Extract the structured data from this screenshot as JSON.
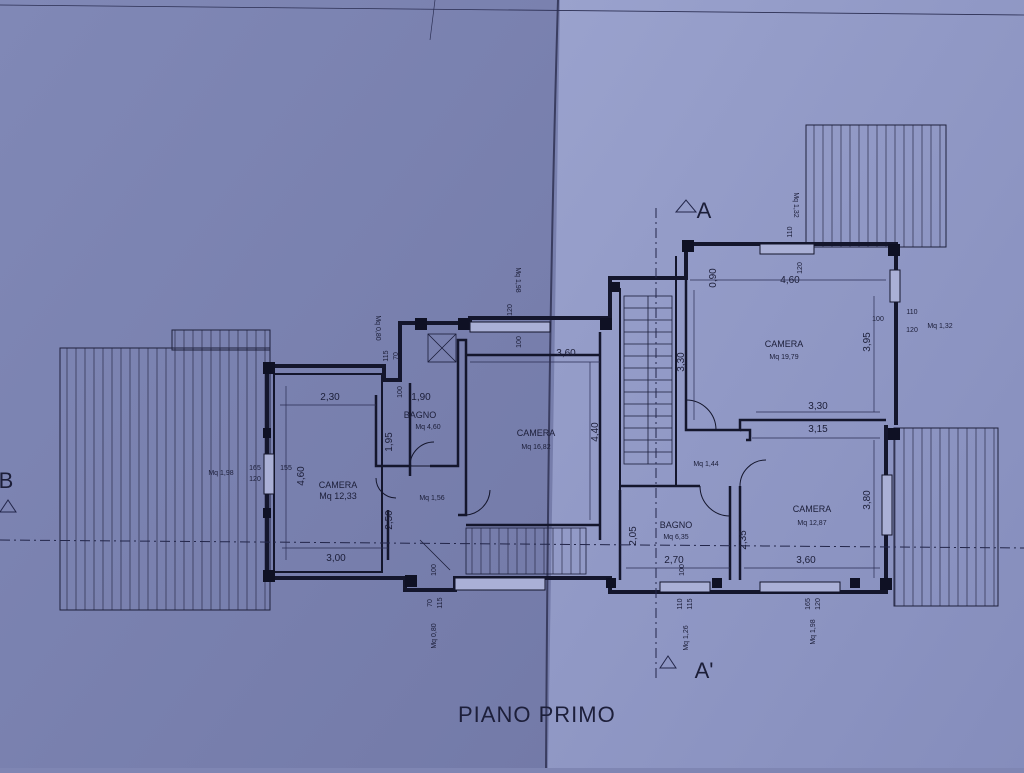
{
  "title": "PIANO PRIMO",
  "section_marks": {
    "a_top": "A",
    "a_bottom": "A'",
    "b_left": "B"
  },
  "rooms": [
    {
      "name": "CAMERA",
      "area": "Mq 12,33"
    },
    {
      "name": "BAGNO",
      "area": "Mq 4,60"
    },
    {
      "name": "CAMERA",
      "area": "Mq 16,82"
    },
    {
      "name": "",
      "area": "Mq 1,56"
    },
    {
      "name": "CAMERA",
      "area": "Mq 19,79"
    },
    {
      "name": "",
      "area": "Mq 1,44"
    },
    {
      "name": "BAGNO",
      "area": "Mq 6,35"
    },
    {
      "name": "CAMERA",
      "area": "Mq 12,87"
    }
  ],
  "dimensions": [
    "2,30",
    "1,90",
    "1,95",
    "4,60",
    "2,50",
    "3,00",
    "3,60",
    "4,40",
    "0,90",
    "4,60",
    "3,30",
    "3,95",
    "3,30",
    "3,15",
    "3,80",
    "2,05",
    "2,70",
    "2,35",
    "3,60"
  ],
  "window_labels": [
    "Mq 1,98",
    "Mq 0,80",
    "Mq 1,98",
    "Mq 1,32",
    "Mq 1,32",
    "Mq 0,80",
    "Mq 1,26",
    "Mq 1,98"
  ],
  "window_sizes": [
    "165",
    "120",
    "155",
    "70",
    "115",
    "100",
    "120",
    "100",
    "110",
    "120",
    "110",
    "100",
    "120",
    "100",
    "70",
    "115",
    "100",
    "110",
    "115",
    "165",
    "120"
  ]
}
